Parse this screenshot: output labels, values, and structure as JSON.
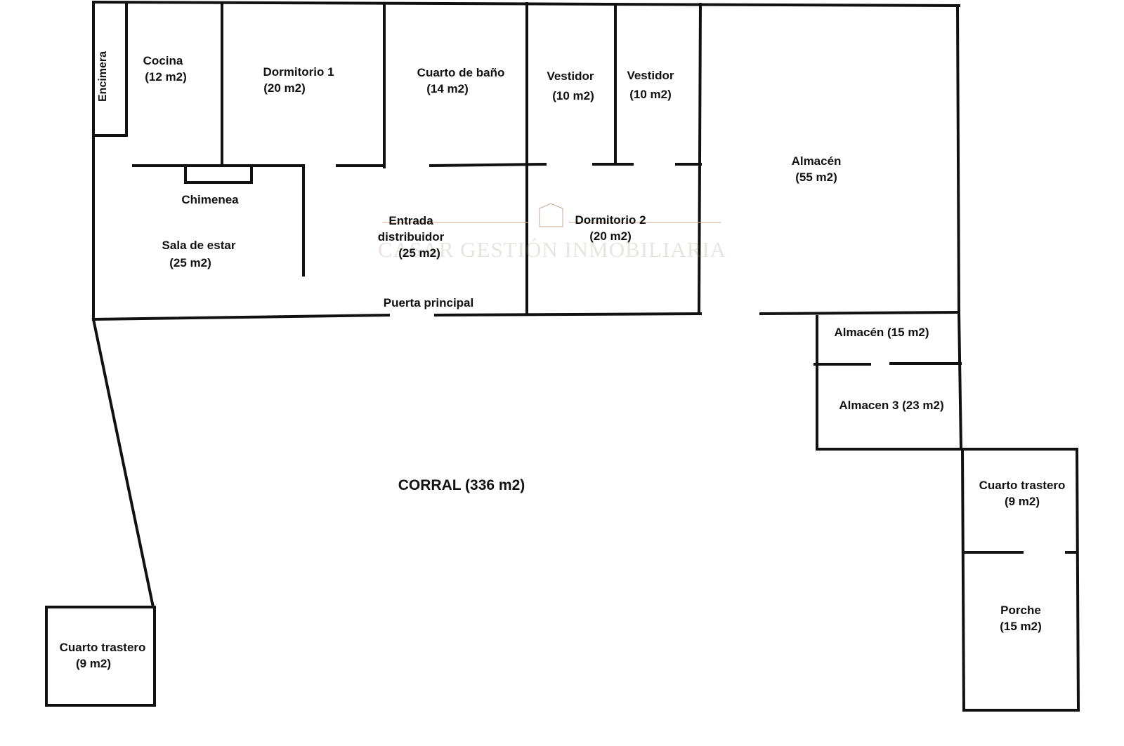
{
  "watermark": "CASAR GESTIÓN INMOBILIARIA",
  "rooms": {
    "encimera": "Encimera",
    "cocina": {
      "name": "Cocina",
      "area": "(12 m2)"
    },
    "dormitorio1": {
      "name": "Dormitorio 1",
      "area": "(20 m2)"
    },
    "bano": {
      "name": "Cuarto de baño",
      "area": "(14 m2)"
    },
    "vestidor1": {
      "name": "Vestidor",
      "area": "(10 m2)"
    },
    "vestidor2": {
      "name": "Vestidor",
      "area": "(10 m2)"
    },
    "almacen55": {
      "name": "Almacén",
      "area": "(55 m2)"
    },
    "chimenea": "Chimenea",
    "sala": {
      "name": "Sala de estar",
      "area": "(25 m2)"
    },
    "entrada": {
      "name": "Entrada",
      "name2": "distribuidor",
      "area": "(25 m2)"
    },
    "dormitorio2": {
      "name": "Dormitorio 2",
      "area": "(20 m2)"
    },
    "puerta": "Puerta principal",
    "almacen15": "Almacén (15 m2)",
    "almacen3": "Almacen 3 (23 m2)",
    "corral": "CORRAL (336 m2)",
    "trastero_right": {
      "name": "Cuarto trastero",
      "area": "(9 m2)"
    },
    "porche": {
      "name": "Porche",
      "area": "(15 m2)"
    },
    "trastero_left": {
      "name": "Cuarto trastero",
      "area": "(9 m2)"
    }
  }
}
